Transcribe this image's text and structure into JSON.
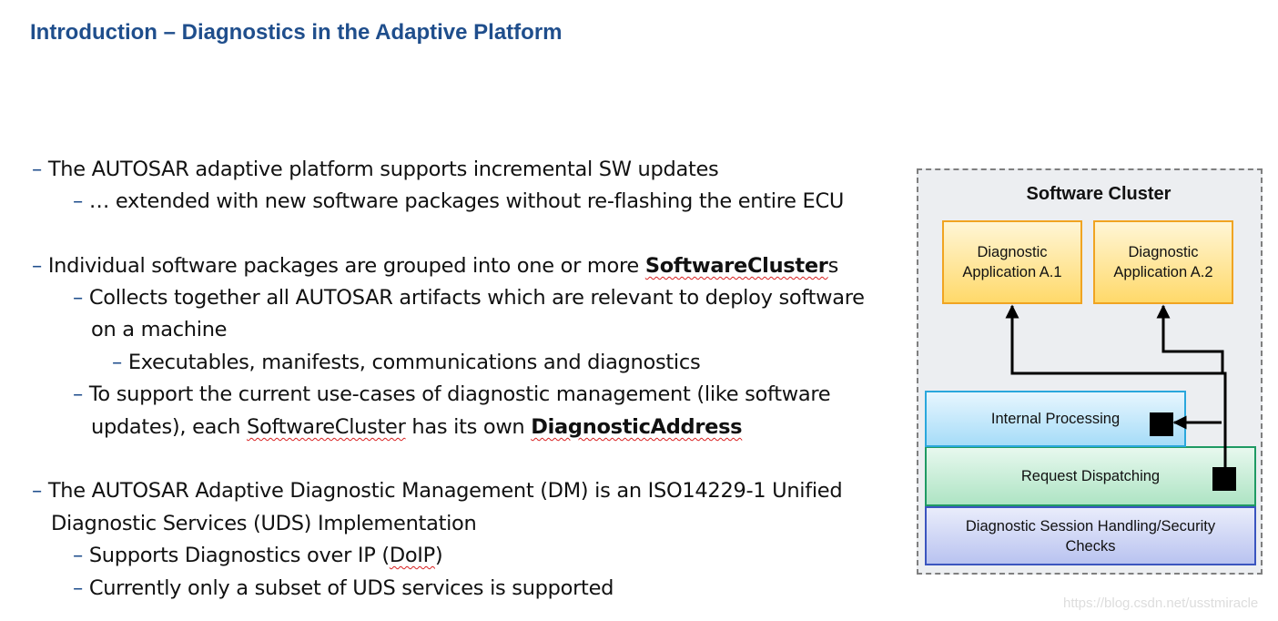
{
  "slide": {
    "title": "Introduction – Diagnostics in the Adaptive Platform"
  },
  "bullets": {
    "dash": "–",
    "b1": "The AUTOSAR adaptive platform supports incremental SW updates",
    "b1_1": "… extended with new software packages without re-flashing the entire ECU",
    "b2_pre": "Individual software packages are grouped into one or more ",
    "b2_bold": "SoftwareCluster",
    "b2_post": "s",
    "b2_1a": "Collects together all AUTOSAR artifacts which are relevant to deploy software",
    "b2_1b": "on a machine",
    "b2_1_1": "Executables, manifests, communications and diagnostics",
    "b2_2a": "To support the current use-cases of diagnostic management (like software",
    "b2_2b_pre": "updates), each ",
    "b2_2b_word": "SoftwareCluster",
    "b2_2b_mid": " has its own ",
    "b2_2b_bold": "DiagnosticAddress",
    "b3a": "The AUTOSAR Adaptive Diagnostic Management (DM) is an ISO14229-1 Unified",
    "b3b": "Diagnostic Services (UDS) Implementation",
    "b3_1_pre": "Supports Diagnostics over IP (",
    "b3_1_word": "DoIP",
    "b3_1_post": ")",
    "b3_2": "Currently only a subset of UDS services is supported"
  },
  "diagram": {
    "title": "Software Cluster",
    "app1_line1": "Diagnostic",
    "app1_line2": "Application A.1",
    "app2_line1": "Diagnostic",
    "app2_line2": "Application A.2",
    "internal": "Internal Processing",
    "request": "Request Dispatching",
    "session_line1": "Diagnostic Session Handling/Security",
    "session_line2": "Checks"
  },
  "watermark": "https://blog.csdn.net/usstmiracle",
  "colors": {
    "title": "#1f4e8c",
    "app_border": "#f0a422",
    "internal_border": "#2aa7dc",
    "request_border": "#1f9a63",
    "session_border": "#3b55bf"
  }
}
